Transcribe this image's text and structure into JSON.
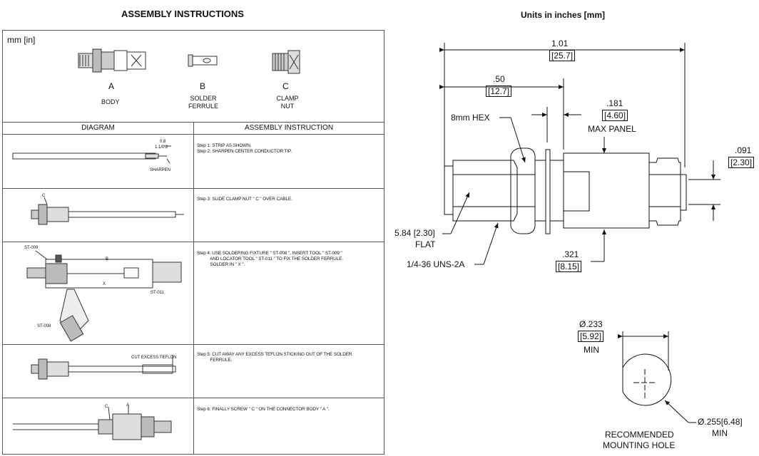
{
  "left": {
    "title": "ASSEMBLY INSTRUCTIONS",
    "unit_note": "mm [in]",
    "parts": [
      {
        "letter": "A",
        "name": "BODY"
      },
      {
        "letter": "B",
        "name_line1": "SOLDER",
        "name_line2": "FERRULE"
      },
      {
        "letter": "C",
        "name_line1": "CLAMP",
        "name_line2": "NUT"
      }
    ],
    "headers": {
      "diagram": "DIAGRAM",
      "instruction": "ASSEMBLY INSTRUCTION"
    },
    "steps": {
      "s1": "Step 1: STRIP AS SHOWN.\nStep 2: SHARPEN CENTER CONDUCTOR TIP.",
      "s3": "Step 3: SLIDE CLAMP NUT \" C \" OVER CABLE.",
      "s4": "Step 4: USE SOLDERING FIXTURE \" ST-008 \", INSERT TOOL \" ST-009 \"\n           AND LOCATOR TOOL \" ST-011 \" TO FIX THE SOLDER FERRULE.\n           SOLDER IN \" X \".",
      "s5": "Step 5: CUT AWAY ANY EXCESS TEFLON STICKING OUT OF THE SOLDER\n           FERRULE.",
      "s6": "Step 6: FINALLY SCREW \" C \" ON THE CONNECTOR BODY \" A \"."
    },
    "diagram_labels": {
      "strip_top": "0.8",
      "strip_bottom": "1.1/0.2",
      "sharpen": "SHARPEN",
      "c": "C",
      "st009": "ST-009",
      "b": "B",
      "x": "X",
      "st011": "ST-011",
      "st008": "ST-008",
      "cut": "CUT EXCESS TEFLON",
      "c6": "C",
      "a6": "A"
    }
  },
  "right": {
    "units": "Units in inches [mm]",
    "dims": {
      "overall_in": "1.01",
      "overall_mm": "[25.7]",
      "hex_len_in": ".50",
      "hex_len_mm": "[12.7]",
      "hex": "8mm HEX",
      "panel_in": ".181",
      "panel_mm": "[4.60]",
      "panel_label": "MAX PANEL",
      "pin_in": ".091",
      "pin_mm": "[2.30]",
      "flat_val": "5.84 [2.30]",
      "flat_label": "FLAT",
      "thread": "1/4-36 UNS-2A",
      "dia_in": ".321",
      "dia_mm": "[8.15]"
    },
    "hole": {
      "d1_in": "Ø.233",
      "d1_mm": "[5.92]",
      "d1_min": "MIN",
      "d2": "Ø.255[6.48]",
      "d2_min": "MIN",
      "label1": "RECOMMENDED",
      "label2": "MOUNTING HOLE"
    }
  }
}
